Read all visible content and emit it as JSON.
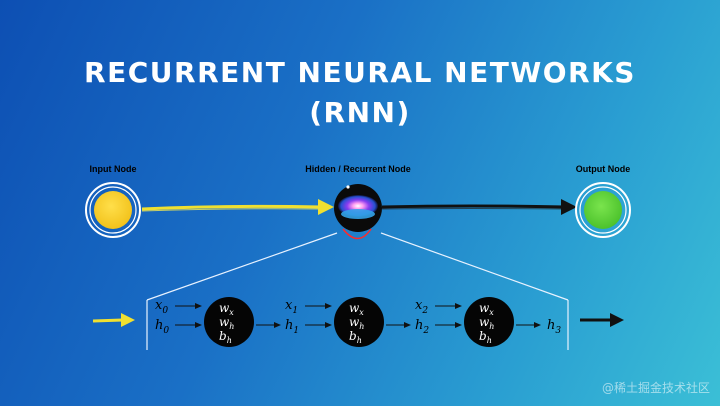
{
  "title": {
    "line1": "RECURRENT NEURAL NETWORKS",
    "line2": "(RNN)"
  },
  "nodes": {
    "input": {
      "label": "Input Node",
      "color": "#f7cc2a"
    },
    "hidden": {
      "label": "Hidden / Recurrent Node"
    },
    "output": {
      "label": "Output Node",
      "color": "#5fd33b"
    }
  },
  "unrolled": {
    "steps": [
      {
        "x": "x",
        "x_sub": "0",
        "h": "h",
        "h_sub": "0"
      },
      {
        "x": "x",
        "x_sub": "1",
        "h": "h",
        "h_sub": "1"
      },
      {
        "x": "x",
        "x_sub": "2",
        "h": "h",
        "h_sub": "2"
      }
    ],
    "final_h": {
      "h": "h",
      "h_sub": "3"
    },
    "cell_params": [
      {
        "sym": "w",
        "sub": "x"
      },
      {
        "sym": "w",
        "sub": "h"
      },
      {
        "sym": "b",
        "sub": "h"
      }
    ]
  },
  "watermark": "@稀土掘金技术社区",
  "colors": {
    "arrow_input": "#f0e030",
    "arrow_output": "#111111"
  }
}
